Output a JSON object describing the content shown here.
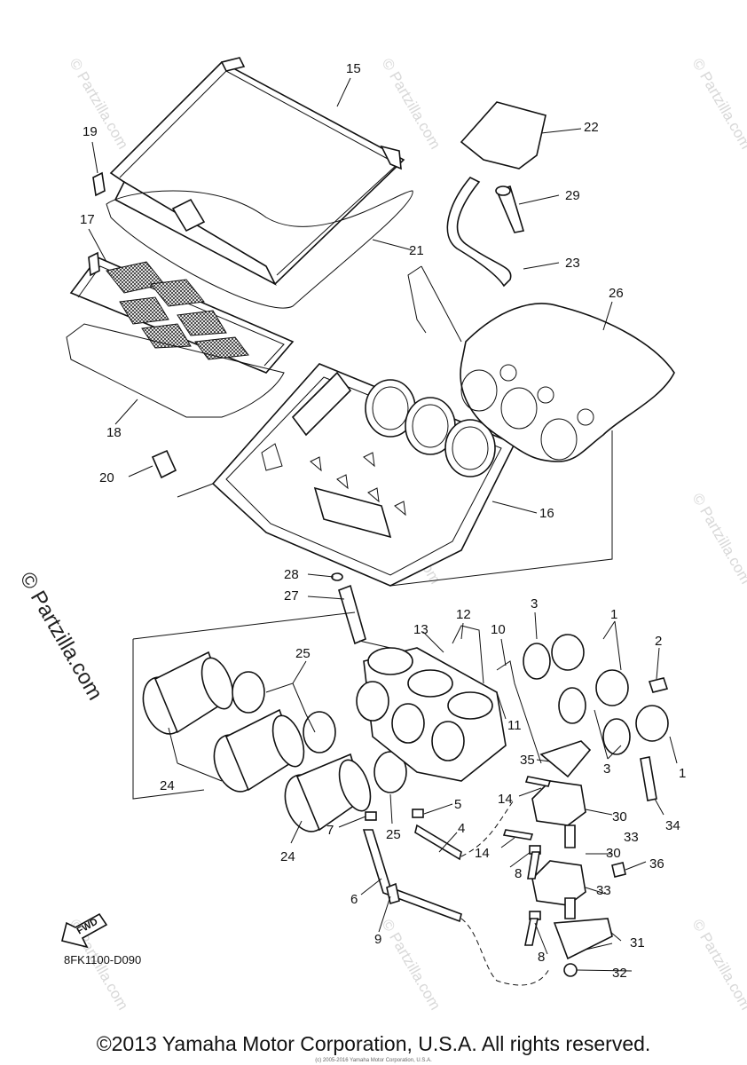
{
  "labels": {
    "p1": "1",
    "p2": "2",
    "p3": "3",
    "p4": "4",
    "p5": "5",
    "p6": "6",
    "p7": "7",
    "p8": "8",
    "p9": "9",
    "p10": "10",
    "p11": "11",
    "p12": "12",
    "p13": "13",
    "p14": "14",
    "p15": "15",
    "p16": "16",
    "p17": "17",
    "p18": "18",
    "p19": "19",
    "p20": "20",
    "p21": "21",
    "p22": "22",
    "p23": "23",
    "p24": "24",
    "p25": "25",
    "p26": "26",
    "p27": "27",
    "p28": "28",
    "p29": "29",
    "p30": "30",
    "p31": "31",
    "p32": "32",
    "p33": "33",
    "p34": "34",
    "p35": "35",
    "p36": "36"
  },
  "watermark": "© Partzilla.com",
  "side_mark": "© Partzilla.com",
  "fwd_label": "FWD",
  "diagram_code": "8FK1100-D090",
  "copyright": "©2013 Yamaha Motor Corporation, U.S.A. All rights reserved.",
  "small_credit": "(c) 2005-2016 Yamaha Motor Corporation, U.S.A."
}
